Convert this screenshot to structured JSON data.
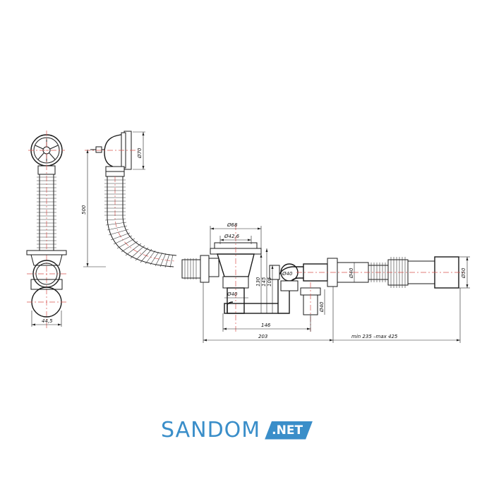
{
  "dimensions": {
    "d70": "Ø70",
    "l500": "500",
    "d68": "Ø68",
    "d42_6": "Ø42,6",
    "d40_a": "Ø40",
    "d40_b": "Ø40",
    "d40_c": "Ø40",
    "d40_d": "Ø40",
    "d50": "Ø50",
    "h130": "130",
    "h145": "145",
    "h105": "105",
    "w146": "146",
    "w203": "203",
    "range": "min 235 –max 425",
    "w44_5": "44,5"
  },
  "logo": {
    "main": "SANDOM",
    "tag": ".NET"
  },
  "colors": {
    "brand": "#3a8ec9",
    "centerline": "#d9534f",
    "line": "#1a1a1a"
  }
}
